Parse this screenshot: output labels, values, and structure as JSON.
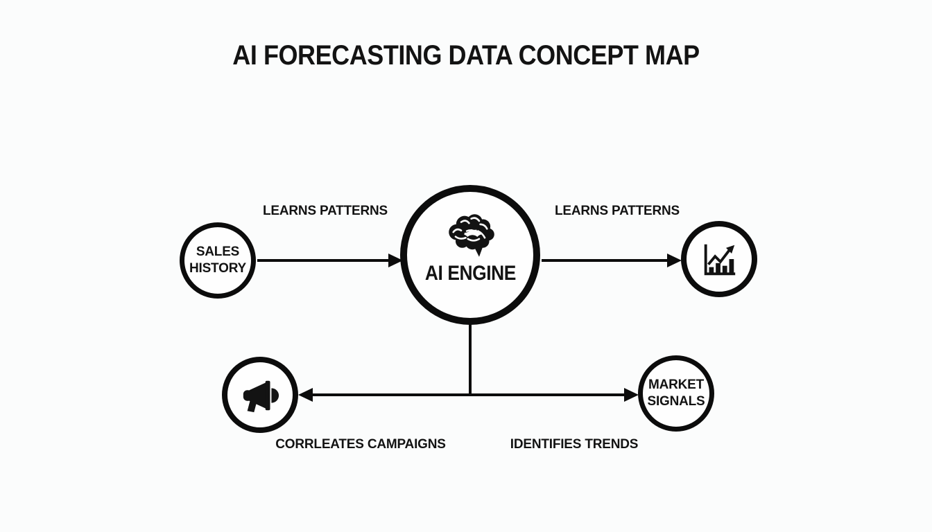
{
  "theme": {
    "bg": "#fbfcfc",
    "ink": "#131313",
    "line": "#0c0c0c",
    "node_fill": "#fefefe"
  },
  "title": "AI FORECASTING DATA CONCEPT MAP",
  "nodes": {
    "sales_history": {
      "line1": "SALES",
      "line2": "HISTORY"
    },
    "ai_engine": {
      "label": "AI ENGINE",
      "icon": "brain-icon"
    },
    "growth_chart": {
      "icon": "bar-chart-trend-icon"
    },
    "campaigns": {
      "icon": "megaphone-icon"
    },
    "market_signals": {
      "line1": "MARKET",
      "line2": "SIGNALS"
    }
  },
  "edge_labels": {
    "learns_patterns_left": "LEARNS PATTERNS",
    "learns_patterns_right": "LEARNS PATTERNS",
    "correlates_campaigns": "CORRLEATES CAMPAIGNS",
    "identifies_trends": "IDENTIFIES TRENDS"
  }
}
